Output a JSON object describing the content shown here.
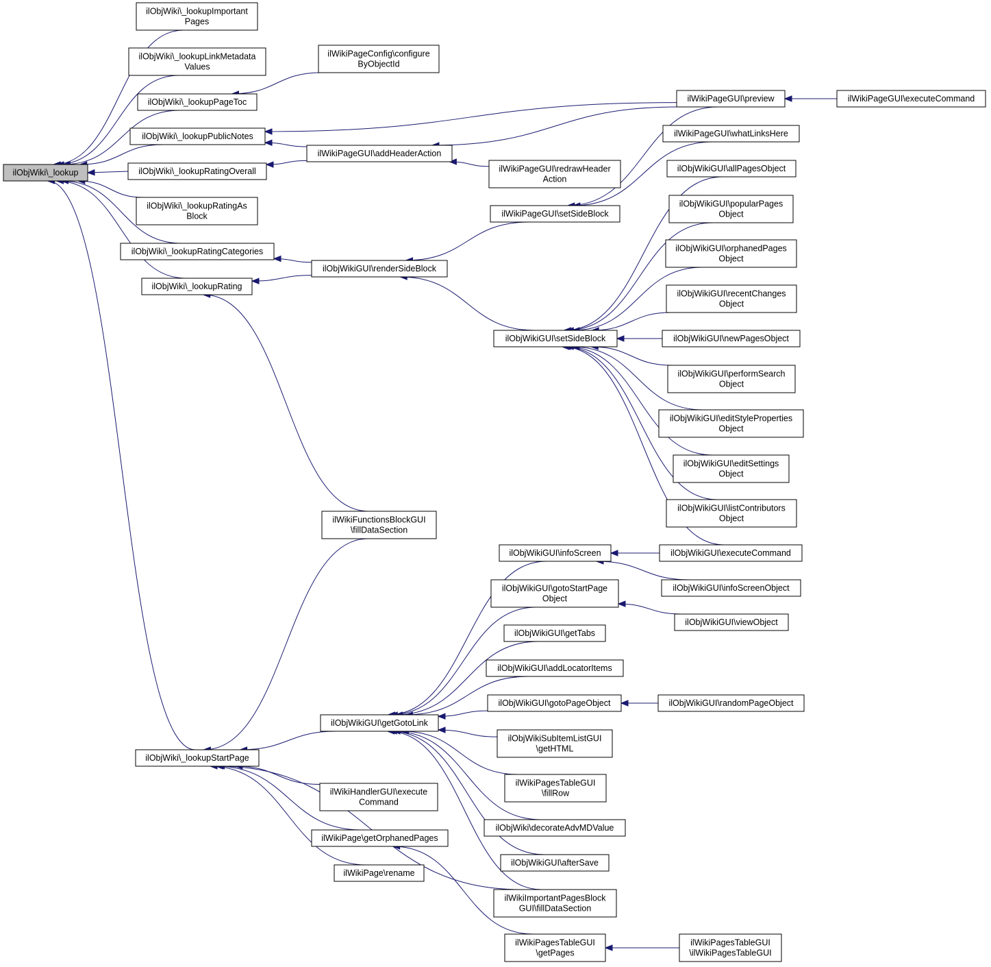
{
  "nodes": {
    "lookup": {
      "lines": [
        "ilObjWiki\\_lookup"
      ],
      "root": true
    },
    "lImpPages": {
      "lines": [
        "ilObjWiki\\_lookupImportant",
        "Pages"
      ]
    },
    "lLinkMeta": {
      "lines": [
        "ilObjWiki\\_lookupLinkMetadata",
        "Values"
      ]
    },
    "lPageToc": {
      "lines": [
        "ilObjWiki\\_lookupPageToc"
      ]
    },
    "lPubNotes": {
      "lines": [
        "ilObjWiki\\_lookupPublicNotes"
      ]
    },
    "lRatOverall": {
      "lines": [
        "ilObjWiki\\_lookupRatingOverall"
      ]
    },
    "lRatBlock": {
      "lines": [
        "ilObjWiki\\_lookupRatingAs",
        "Block"
      ]
    },
    "lRatCats": {
      "lines": [
        "ilObjWiki\\_lookupRatingCategories"
      ]
    },
    "lRating": {
      "lines": [
        "ilObjWiki\\_lookupRating"
      ]
    },
    "lStart": {
      "lines": [
        "ilObjWiki\\_lookupStartPage"
      ]
    },
    "cfgById": {
      "lines": [
        "ilWikiPageConfig\\configure",
        "ByObjectId"
      ]
    },
    "addHeader": {
      "lines": [
        "ilWikiPageGUI\\addHeaderAction"
      ]
    },
    "renderSide": {
      "lines": [
        "ilObjWikiGUI\\renderSideBlock"
      ]
    },
    "funcFill": {
      "lines": [
        "ilWikiFunctionsBlockGUI",
        "\\fillDataSection"
      ]
    },
    "getGoto": {
      "lines": [
        "ilObjWikiGUI\\getGotoLink"
      ]
    },
    "handlerExec": {
      "lines": [
        "ilWikiHandlerGUI\\execute",
        "Command"
      ]
    },
    "orphaned": {
      "lines": [
        "ilWikiPage\\getOrphanedPages"
      ]
    },
    "rename": {
      "lines": [
        "ilWikiPage\\rename"
      ]
    },
    "preview": {
      "lines": [
        "ilWikiPageGUI\\preview"
      ]
    },
    "pgExec": {
      "lines": [
        "ilWikiPageGUI\\executeCommand"
      ]
    },
    "redraw": {
      "lines": [
        "ilWikiPageGUI\\redrawHeader",
        "Action"
      ]
    },
    "pgSetSide": {
      "lines": [
        "ilWikiPageGUI\\setSideBlock"
      ]
    },
    "whatLinks": {
      "lines": [
        "ilWikiPageGUI\\whatLinksHere"
      ]
    },
    "allPages": {
      "lines": [
        "ilObjWikiGUI\\allPagesObject"
      ]
    },
    "popular": {
      "lines": [
        "ilObjWikiGUI\\popularPages",
        "Object"
      ]
    },
    "orphObj": {
      "lines": [
        "ilObjWikiGUI\\orphanedPages",
        "Object"
      ]
    },
    "recent": {
      "lines": [
        "ilObjWikiGUI\\recentChanges",
        "Object"
      ]
    },
    "wSetSide": {
      "lines": [
        "ilObjWikiGUI\\setSideBlock"
      ]
    },
    "newPages": {
      "lines": [
        "ilObjWikiGUI\\newPagesObject"
      ]
    },
    "search": {
      "lines": [
        "ilObjWikiGUI\\performSearch",
        "Object"
      ]
    },
    "editStyle": {
      "lines": [
        "ilObjWikiGUI\\editStyleProperties",
        "Object"
      ]
    },
    "editSettings": {
      "lines": [
        "ilObjWikiGUI\\editSettings",
        "Object"
      ]
    },
    "listContrib": {
      "lines": [
        "ilObjWikiGUI\\listContributors",
        "Object"
      ]
    },
    "wExec": {
      "lines": [
        "ilObjWikiGUI\\executeCommand"
      ]
    },
    "infoScreen": {
      "lines": [
        "ilObjWikiGUI\\infoScreen"
      ]
    },
    "infoObj": {
      "lines": [
        "ilObjWikiGUI\\infoScreenObject"
      ]
    },
    "gotoStart": {
      "lines": [
        "ilObjWikiGUI\\gotoStartPage",
        "Object"
      ]
    },
    "viewObj": {
      "lines": [
        "ilObjWikiGUI\\viewObject"
      ]
    },
    "getTabs": {
      "lines": [
        "ilObjWikiGUI\\getTabs"
      ]
    },
    "addLoc": {
      "lines": [
        "ilObjWikiGUI\\addLocatorItems"
      ]
    },
    "gotoPage": {
      "lines": [
        "ilObjWikiGUI\\gotoPageObject"
      ]
    },
    "randomPage": {
      "lines": [
        "ilObjWikiGUI\\randomPageObject"
      ]
    },
    "subItem": {
      "lines": [
        "ilObjWikiSubItemListGUI",
        "\\getHTML"
      ]
    },
    "fillRow": {
      "lines": [
        "ilWikiPagesTableGUI",
        "\\fillRow"
      ]
    },
    "decorate": {
      "lines": [
        "ilObjWiki\\decorateAdvMDValue"
      ]
    },
    "afterSave": {
      "lines": [
        "ilObjWikiGUI\\afterSave"
      ]
    },
    "impFill": {
      "lines": [
        "ilWikiImportantPagesBlock",
        "GUI\\fillDataSection"
      ]
    },
    "getPages": {
      "lines": [
        "ilWikiPagesTableGUI",
        "\\getPages"
      ]
    },
    "tableCtor": {
      "lines": [
        "ilWikiPagesTableGUI",
        "\\ilWikiPagesTableGUI"
      ]
    }
  },
  "edges": [
    [
      "lImpPages",
      "lookup"
    ],
    [
      "lLinkMeta",
      "lookup"
    ],
    [
      "lPageToc",
      "lookup"
    ],
    [
      "lPubNotes",
      "lookup"
    ],
    [
      "lRatOverall",
      "lookup"
    ],
    [
      "lRatBlock",
      "lookup"
    ],
    [
      "lRatCats",
      "lookup"
    ],
    [
      "lRating",
      "lookup"
    ],
    [
      "lStart",
      "lookup"
    ],
    [
      "cfgById",
      "lPageToc"
    ],
    [
      "preview",
      "lPubNotes"
    ],
    [
      "addHeader",
      "lPubNotes"
    ],
    [
      "addHeader",
      "lRatOverall"
    ],
    [
      "renderSide",
      "lRatCats"
    ],
    [
      "renderSide",
      "lRating"
    ],
    [
      "funcFill",
      "lRating"
    ],
    [
      "getGoto",
      "lStart"
    ],
    [
      "funcFill",
      "lStart"
    ],
    [
      "handlerExec",
      "lStart"
    ],
    [
      "orphaned",
      "lStart"
    ],
    [
      "rename",
      "lStart"
    ],
    [
      "impFill",
      "lStart"
    ],
    [
      "pgExec",
      "preview"
    ],
    [
      "preview",
      "addHeader"
    ],
    [
      "redraw",
      "addHeader"
    ],
    [
      "pgSetSide",
      "renderSide"
    ],
    [
      "wSetSide",
      "renderSide"
    ],
    [
      "preview",
      "pgSetSide"
    ],
    [
      "whatLinks",
      "pgSetSide"
    ],
    [
      "allPages",
      "wSetSide"
    ],
    [
      "popular",
      "wSetSide"
    ],
    [
      "orphObj",
      "wSetSide"
    ],
    [
      "recent",
      "wSetSide"
    ],
    [
      "newPages",
      "wSetSide"
    ],
    [
      "search",
      "wSetSide"
    ],
    [
      "editStyle",
      "wSetSide"
    ],
    [
      "editSettings",
      "wSetSide"
    ],
    [
      "listContrib",
      "wSetSide"
    ],
    [
      "wExec",
      "wSetSide"
    ],
    [
      "wExec",
      "infoScreen"
    ],
    [
      "infoObj",
      "infoScreen"
    ],
    [
      "viewObj",
      "gotoStart"
    ],
    [
      "randomPage",
      "gotoPage"
    ],
    [
      "infoScreen",
      "getGoto"
    ],
    [
      "gotoStart",
      "getGoto"
    ],
    [
      "getTabs",
      "getGoto"
    ],
    [
      "addLoc",
      "getGoto"
    ],
    [
      "gotoPage",
      "getGoto"
    ],
    [
      "subItem",
      "getGoto"
    ],
    [
      "fillRow",
      "getGoto"
    ],
    [
      "decorate",
      "getGoto"
    ],
    [
      "afterSave",
      "getGoto"
    ],
    [
      "impFill",
      "getGoto"
    ],
    [
      "getPages",
      "orphaned"
    ],
    [
      "tableCtor",
      "getPages"
    ]
  ]
}
